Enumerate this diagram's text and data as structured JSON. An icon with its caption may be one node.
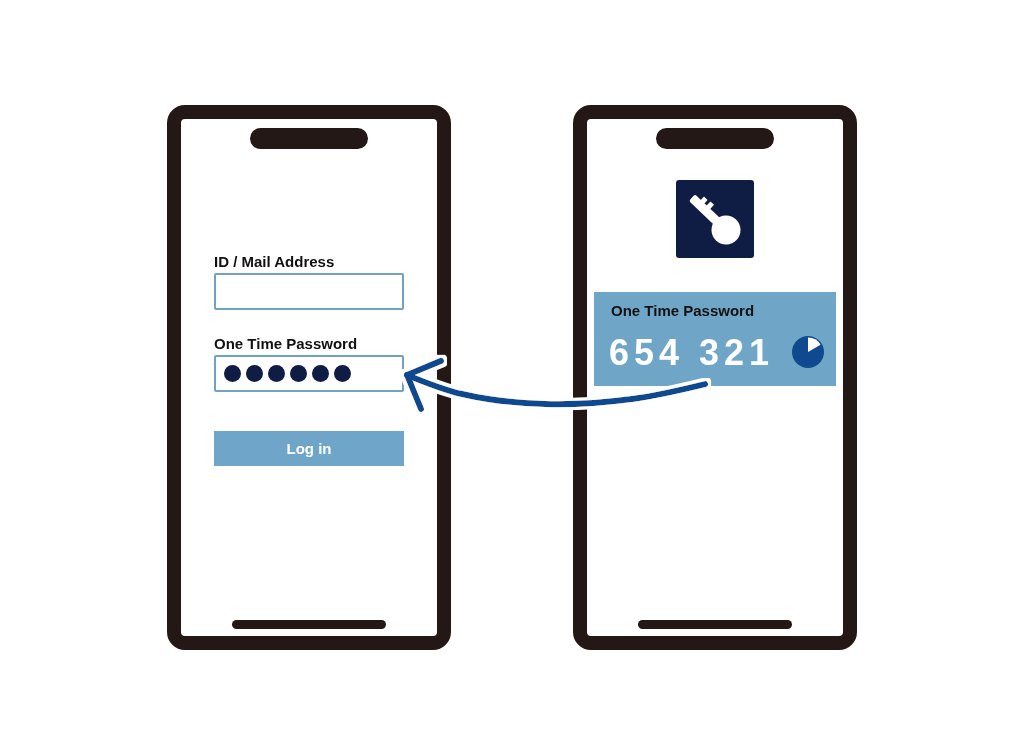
{
  "diagram": {
    "nodes": [
      {
        "text": [],
        "shape": "phone"
      },
      {
        "text": [
          "ID / Mail Address"
        ],
        "in": 0
      },
      {
        "text": [
          "One Time Password"
        ],
        "in": 0
      },
      {
        "text": [
          "Log in"
        ],
        "in": 0
      },
      {
        "text": [],
        "shape": "phone"
      },
      {
        "text": [
          "One Time Password",
          "654 321"
        ],
        "in": 4
      }
    ],
    "edges": [
      {
        "from": 5,
        "to": 2,
        "arrow": "to"
      }
    ]
  }
}
